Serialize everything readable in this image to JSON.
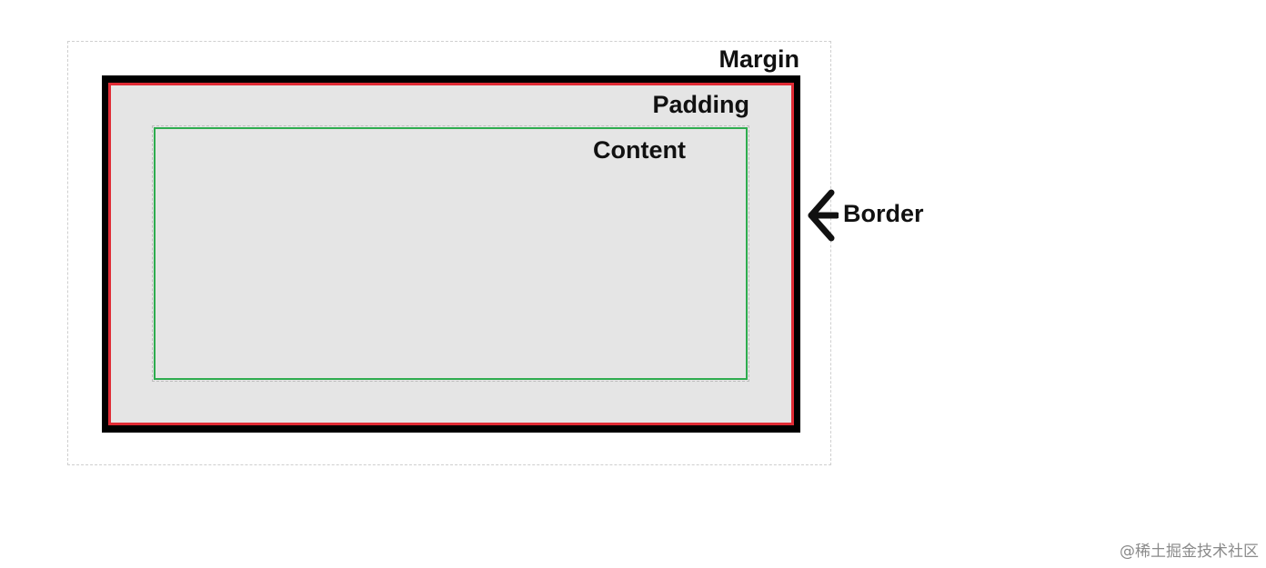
{
  "diagram": {
    "labels": {
      "margin": "Margin",
      "padding": "Padding",
      "content": "Content",
      "border": "Border"
    },
    "colors": {
      "margin_outline": "#cfcfcf",
      "border": "#000000",
      "padding_outline": "#e02b35",
      "padding_fill": "#e5e5e5",
      "content_outline": "#2eac4f"
    },
    "icons": {
      "border_pointer": "arrow-left-icon"
    }
  },
  "watermark": {
    "text": "@稀土掘金技术社区"
  }
}
